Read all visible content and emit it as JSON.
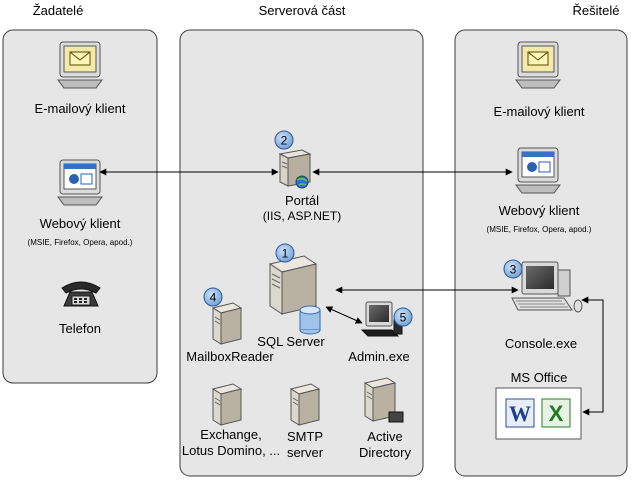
{
  "columns": {
    "left": {
      "title": "Žadatelé"
    },
    "middle": {
      "title": "Serverová část"
    },
    "right": {
      "title": "Řešitelé"
    }
  },
  "left": {
    "email_client": "E-mailový klient",
    "web_client": "Webový klient",
    "web_client_sub": "(MSIE, Firefox, Opera, apod.)",
    "phone": "Telefon"
  },
  "middle": {
    "portal": {
      "badge": "2",
      "label": "Portál",
      "sub": "(IIS, ASP.NET)"
    },
    "sql": {
      "badge": "1",
      "label": "SQL Server"
    },
    "mailbox": {
      "badge": "4",
      "label": "MailboxReader"
    },
    "admin": {
      "badge": "5",
      "label": "Admin.exe"
    },
    "exchange": {
      "line1": "Exchange,",
      "line2": "Lotus Domino, ..."
    },
    "smtp": {
      "line1": "SMTP",
      "line2": "server"
    },
    "ad": {
      "line1": "Active",
      "line2": "Directory"
    }
  },
  "right": {
    "email_client": "E-mailový klient",
    "web_client": "Webový klient",
    "web_client_sub": "(MSIE, Firefox, Opera, apod.)",
    "console": {
      "badge": "3",
      "label": "Console.exe"
    },
    "office": {
      "label": "MS Office"
    }
  },
  "colors": {
    "panel_fill": "#e6e6e6",
    "panel_stroke": "#3c3c3c",
    "badge_fill": "#7aa7dc",
    "badge_stroke": "#2c5a96"
  }
}
